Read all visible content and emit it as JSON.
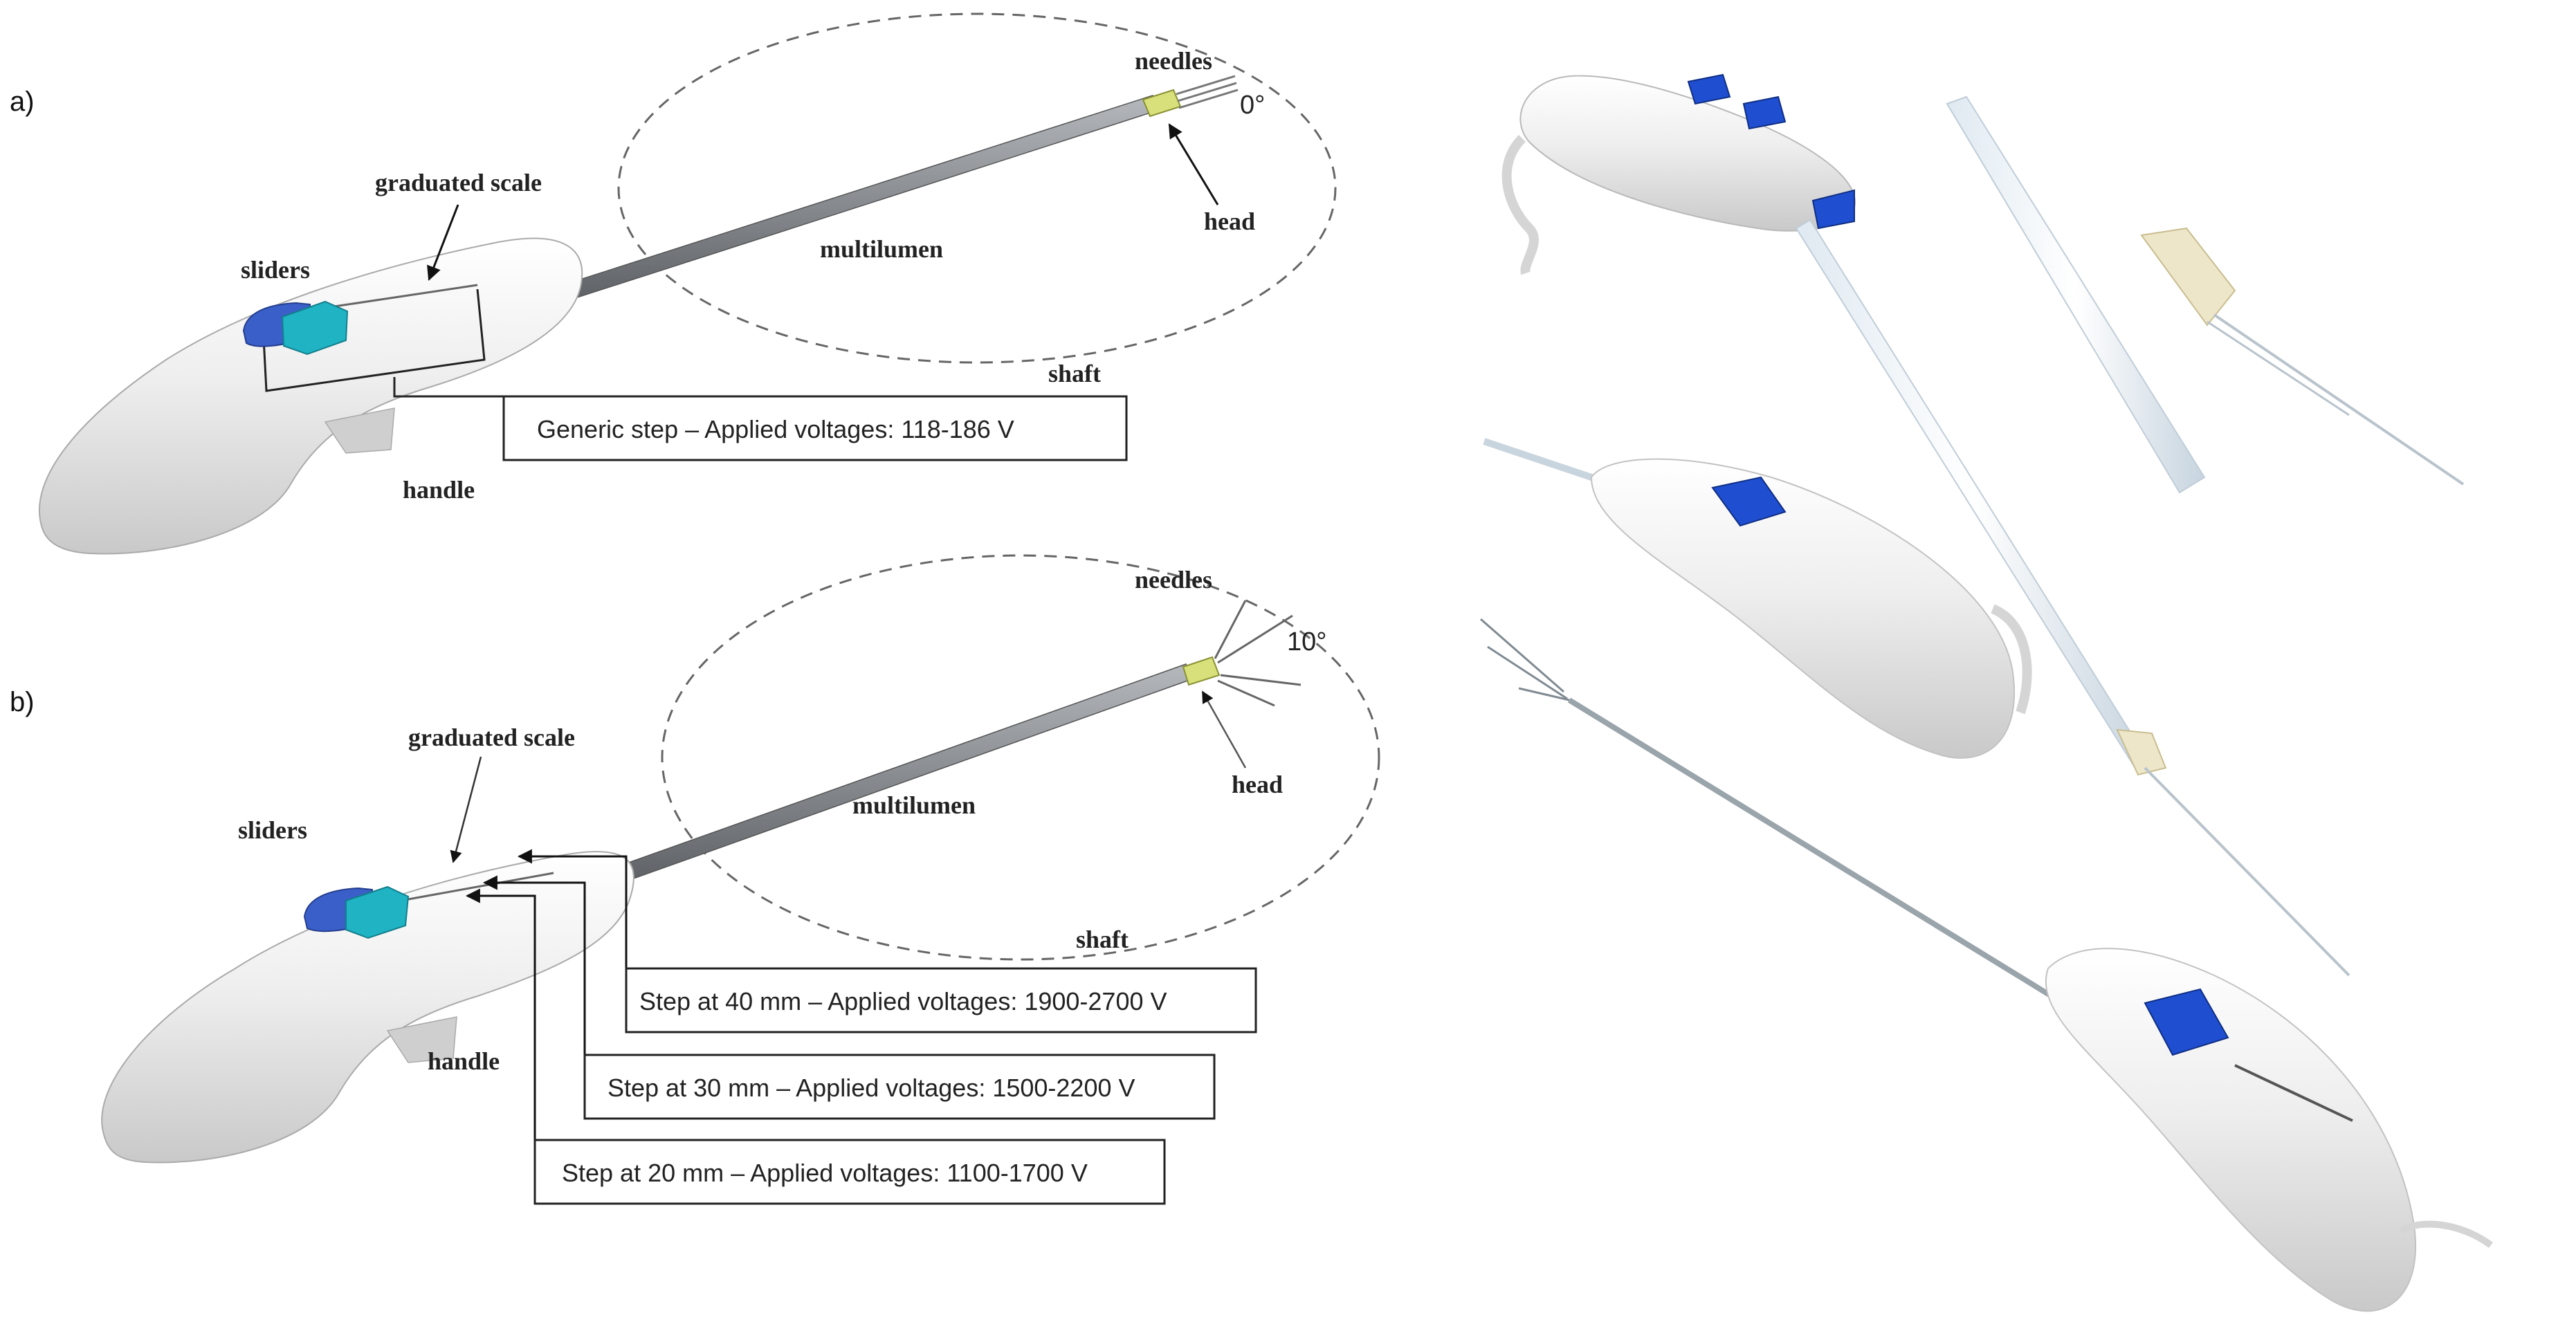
{
  "panel_a": {
    "label": "a)",
    "needles": "needles",
    "angle": "0°",
    "head": "head",
    "multilumen": "multilumen",
    "shaft": "shaft",
    "graduated_scale": "graduated scale",
    "sliders": "sliders",
    "handle": "handle",
    "step_box": "Generic step – Applied voltages: 118-186 V"
  },
  "panel_b": {
    "label": "b)",
    "needles": "needles",
    "angle": "10°",
    "head": "head",
    "multilumen": "multilumen",
    "shaft": "shaft",
    "graduated_scale": "graduated scale",
    "sliders": "sliders",
    "handle": "handle",
    "steps": [
      "Step at 40 mm – Applied voltages: 1900-2700 V",
      "Step at 30 mm – Applied voltages: 1500-2200 V",
      "Step at 20 mm – Applied voltages: 1100-1700 V"
    ]
  },
  "colors": {
    "slider_blue": "#3a5fc8",
    "slider_teal": "#1fb3c4",
    "device_blue": "#1f4fd0",
    "head_yellow": "#d7e07a",
    "shaft_gray": "#8a8e92",
    "handle_white": "#f1f1f1"
  }
}
